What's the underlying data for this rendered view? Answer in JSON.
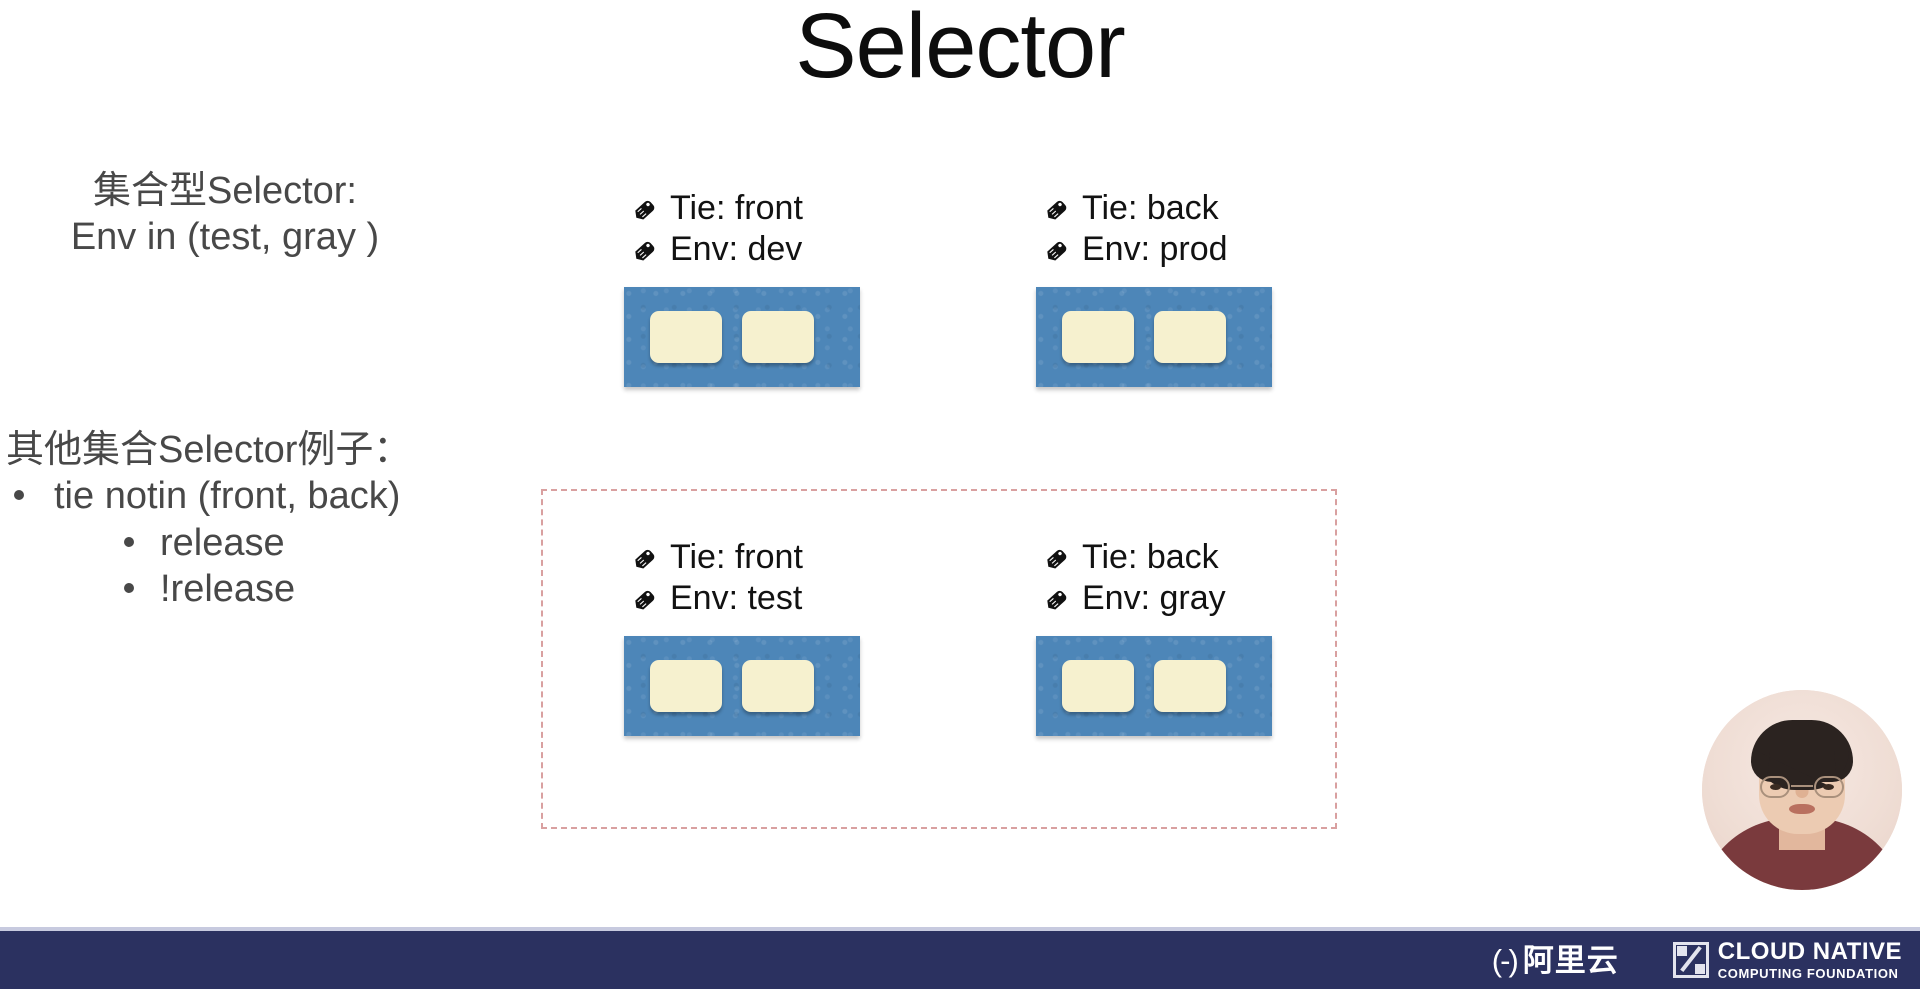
{
  "slide": {
    "title": "Selector",
    "left_notes": {
      "block_a": {
        "line1": "集合型Selector:",
        "line2": "Env in (test, gray )"
      },
      "block_b": {
        "heading": "其他集合Selector例子：",
        "bullets": [
          {
            "level": 1,
            "text": "tie notin (front, back)"
          },
          {
            "level": 2,
            "text": "release"
          },
          {
            "level": 2,
            "text": "!release"
          }
        ]
      }
    },
    "pod_groups": [
      {
        "id": "pod-group-front-dev",
        "labels": [
          {
            "key": "Tie",
            "text": "Tie: front"
          },
          {
            "key": "Env",
            "text": "Env: dev"
          }
        ],
        "container_count": 2,
        "selected": false
      },
      {
        "id": "pod-group-back-prod",
        "labels": [
          {
            "key": "Tie",
            "text": "Tie: back"
          },
          {
            "key": "Env",
            "text": "Env: prod"
          }
        ],
        "container_count": 2,
        "selected": false
      },
      {
        "id": "pod-group-front-test",
        "labels": [
          {
            "key": "Tie",
            "text": "Tie: front"
          },
          {
            "key": "Env",
            "text": "Env: test"
          }
        ],
        "container_count": 2,
        "selected": true
      },
      {
        "id": "pod-group-back-gray",
        "labels": [
          {
            "key": "Tie",
            "text": "Tie: back"
          },
          {
            "key": "Env",
            "text": "Env: gray"
          }
        ],
        "container_count": 2,
        "selected": true
      }
    ],
    "selection_highlight": {
      "name": "selected-pods-region",
      "border_style": "dash-dot",
      "border_color": "#d9a0a0"
    },
    "colors": {
      "pod_node_blue": "#4d86b8",
      "pod_container_cream": "#f6f1cf",
      "footer_navy": "#2b3160",
      "text_gray": "#484848",
      "title_black": "#0d0d0d"
    }
  },
  "footer": {
    "alibaba_logo": {
      "mark": "(-)",
      "text": "阿里云"
    },
    "cncf_logo": {
      "line1": "CLOUD NATIVE",
      "line2": "COMPUTING FOUNDATION"
    }
  },
  "webcam": {
    "name": "presenter-webcam",
    "description": "presenter video overlay"
  }
}
